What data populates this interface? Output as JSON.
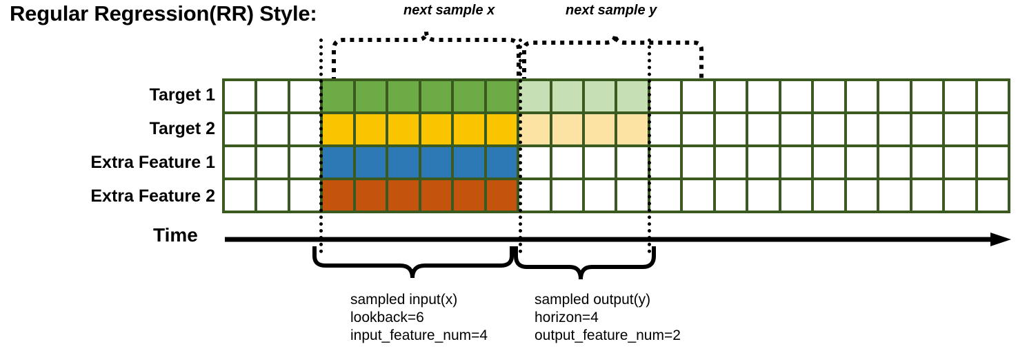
{
  "title": "Regular Regression(RR) Style:",
  "top_labels": {
    "next_sample_x": "next sample x",
    "next_sample_y": "next sample y"
  },
  "rows": [
    {
      "label": "Target 1",
      "color": "#6cab45",
      "light_color": "#c6dfb5"
    },
    {
      "label": "Target 2",
      "color": "#fbc400",
      "light_color": "#fce3a4"
    },
    {
      "label": "Extra Feature 1",
      "color": "#2d79b6",
      "light_color": null
    },
    {
      "label": "Extra Feature 2",
      "color": "#c4530d",
      "light_color": null
    }
  ],
  "grid": {
    "columns": 24,
    "rows": 4,
    "leading_empty_columns": 3,
    "input_columns": 6,
    "output_columns": 4,
    "trailing_empty_columns": 11,
    "border_color": "#3a5a20"
  },
  "time_axis": {
    "label": "Time"
  },
  "captions": {
    "input": {
      "title": "sampled input(x)",
      "line2": "lookback=6",
      "line3": "input_feature_num=4"
    },
    "output": {
      "title": "sampled output(y)",
      "line2": "horizon=4",
      "line3": "output_feature_num=2"
    }
  },
  "colors": {
    "grid_border": "#3a5a20",
    "green": "#6cab45",
    "green_light": "#c6dfb5",
    "gold": "#fbc400",
    "gold_light": "#fce3a4",
    "blue": "#2d79b6",
    "orange": "#c4530d",
    "line": "#000000"
  }
}
